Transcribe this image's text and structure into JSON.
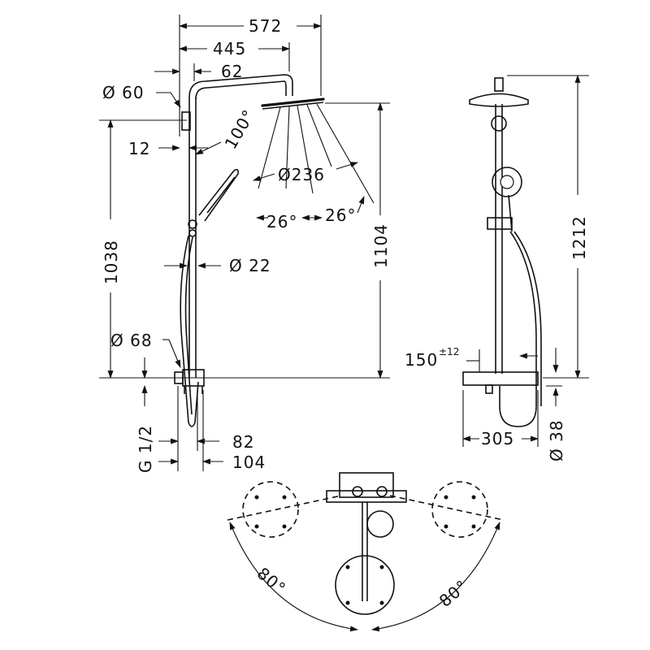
{
  "dimensions": {
    "width_572": "572",
    "width_445": "445",
    "width_62": "62",
    "dia_60": "Ø 60",
    "gap_12": "12",
    "angle_100": "100°",
    "dia_236": "Ø236",
    "angle_26_left": "26°",
    "angle_26_right": "26°",
    "height_1038": "1038",
    "height_1104": "1104",
    "dia_22": "Ø 22",
    "dia_68": "Ø 68",
    "thread_g12": "G 1/2",
    "depth_82": "82",
    "depth_104": "104",
    "height_1212": "1212",
    "dist_150": "150",
    "tol_12": "±12",
    "width_305": "305",
    "dia_38": "Ø 38",
    "angle_80_left": "80°",
    "angle_80_right": "80°"
  }
}
